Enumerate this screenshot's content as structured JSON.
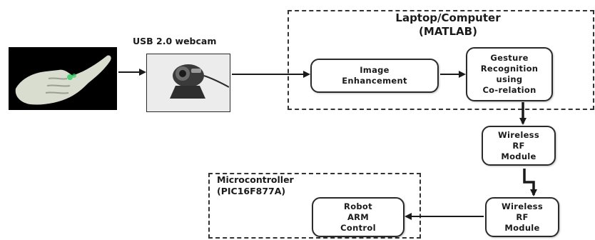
{
  "groups": {
    "laptop": {
      "title_line1": "Laptop/Computer",
      "title_line2": "(MATLAB)"
    },
    "micro": {
      "title_line1": "Microcontroller",
      "title_line2": "(PIC16F877A)"
    }
  },
  "webcam": {
    "label": "USB 2.0 webcam"
  },
  "nodes": {
    "image_enhancement": {
      "line1": "Image",
      "line2": "Enhancement"
    },
    "gesture_recognition": {
      "line1": "Gesture",
      "line2": "Recognition",
      "line3": "using",
      "line4": "Co-relation"
    },
    "wireless_rf_1": {
      "line1": "Wireless",
      "line2": "RF",
      "line3": "Module"
    },
    "wireless_rf_2": {
      "line1": "Wireless",
      "line2": "RF",
      "line3": "Module"
    },
    "robot_arm": {
      "line1": "Robot",
      "line2": "ARM",
      "line3": "Control"
    }
  },
  "colors": {
    "stroke": "#1a1a1a",
    "dashed_border": "#333333",
    "hand_bg": "#000000",
    "hand_skin": "#d9ddd0",
    "hand_glow": "#33cc66"
  },
  "icons": {
    "hand": "hand-gesture-photo",
    "webcam": "webcam-photo"
  }
}
